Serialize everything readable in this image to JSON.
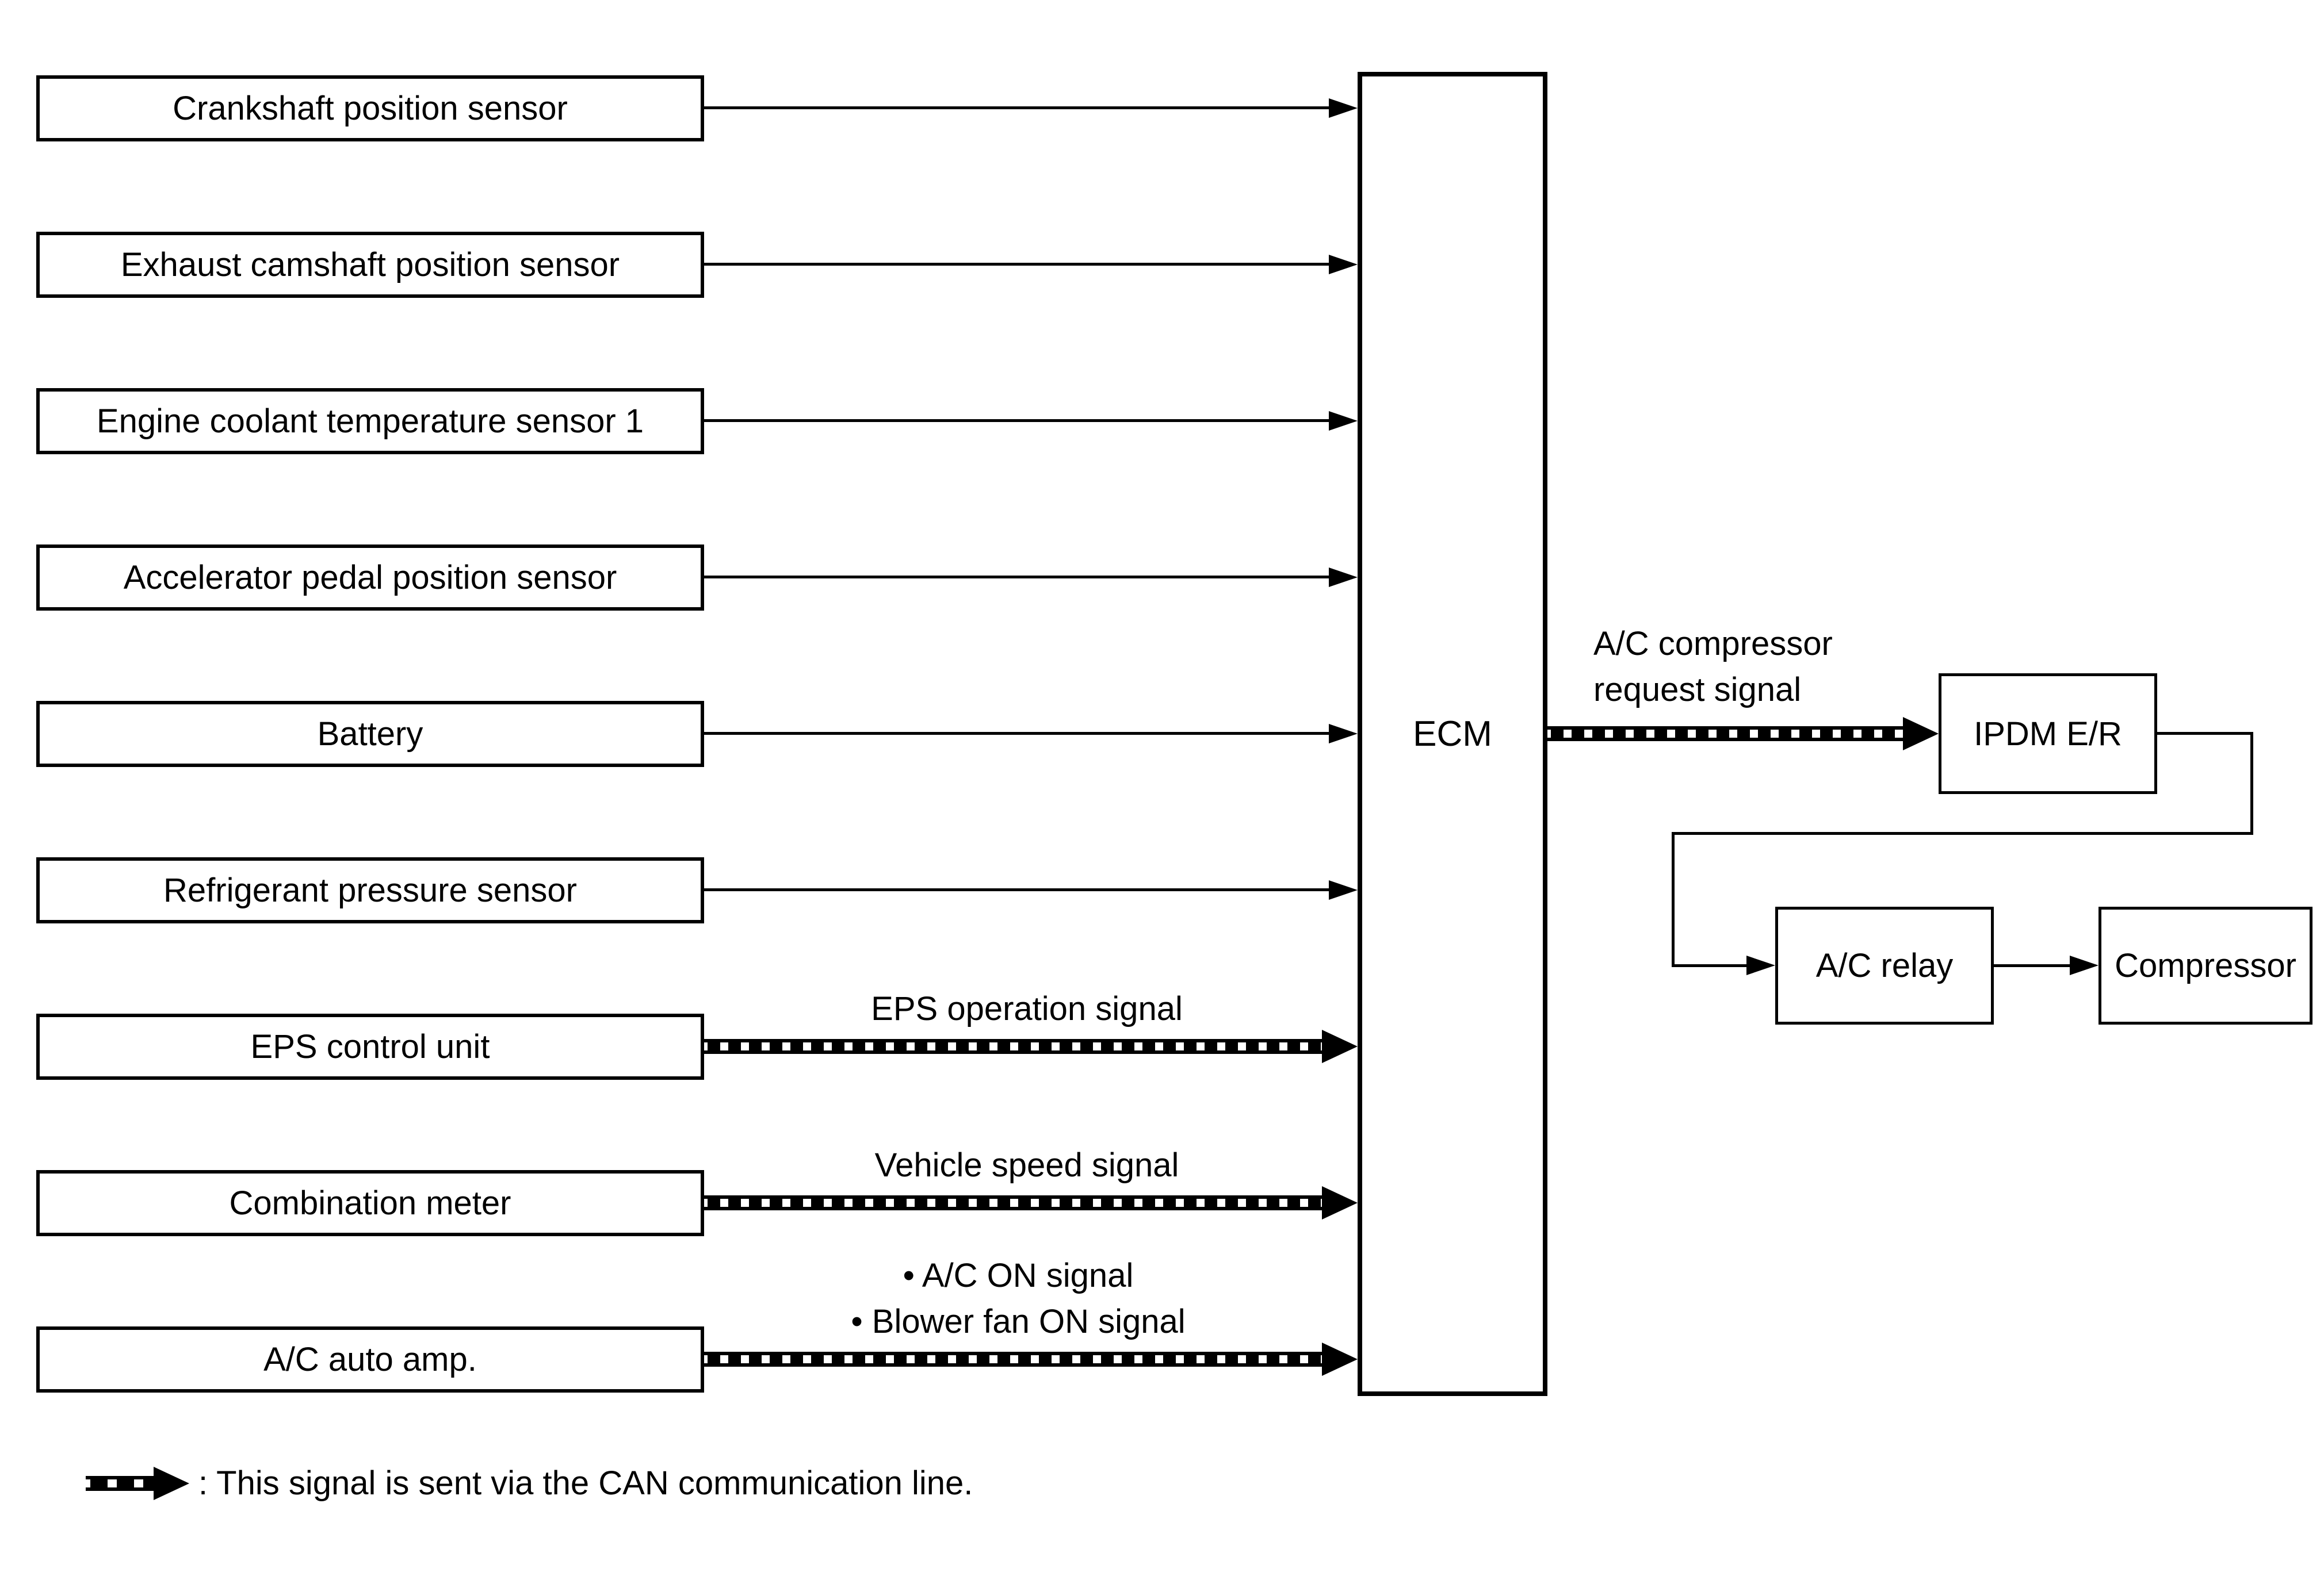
{
  "colors": {
    "ink": "#000000",
    "bg": "#ffffff"
  },
  "ecm": {
    "label": "ECM"
  },
  "sources": [
    {
      "label": "Crankshaft position sensor",
      "link": "direct"
    },
    {
      "label": "Exhaust camshaft position sensor",
      "link": "direct"
    },
    {
      "label": "Engine coolant temperature sensor 1",
      "link": "direct"
    },
    {
      "label": "Accelerator pedal position sensor",
      "link": "direct"
    },
    {
      "label": "Battery",
      "link": "direct"
    },
    {
      "label": "Refrigerant pressure sensor",
      "link": "direct"
    },
    {
      "label": "EPS control unit",
      "link": "can",
      "signal": "EPS operation signal"
    },
    {
      "label": "Combination meter",
      "link": "can",
      "signal": "Vehicle speed signal"
    },
    {
      "label": "A/C auto amp.",
      "link": "can",
      "signals": [
        "• A/C ON signal",
        "• Blower fan ON signal"
      ]
    }
  ],
  "ac_request": {
    "line1": "A/C compressor",
    "line2": "request signal"
  },
  "right": {
    "ipdm": "IPDM E/R",
    "relay": "A/C relay",
    "compressor": "Compressor"
  },
  "legend": {
    "text": ": This signal is sent via the CAN communication line."
  }
}
